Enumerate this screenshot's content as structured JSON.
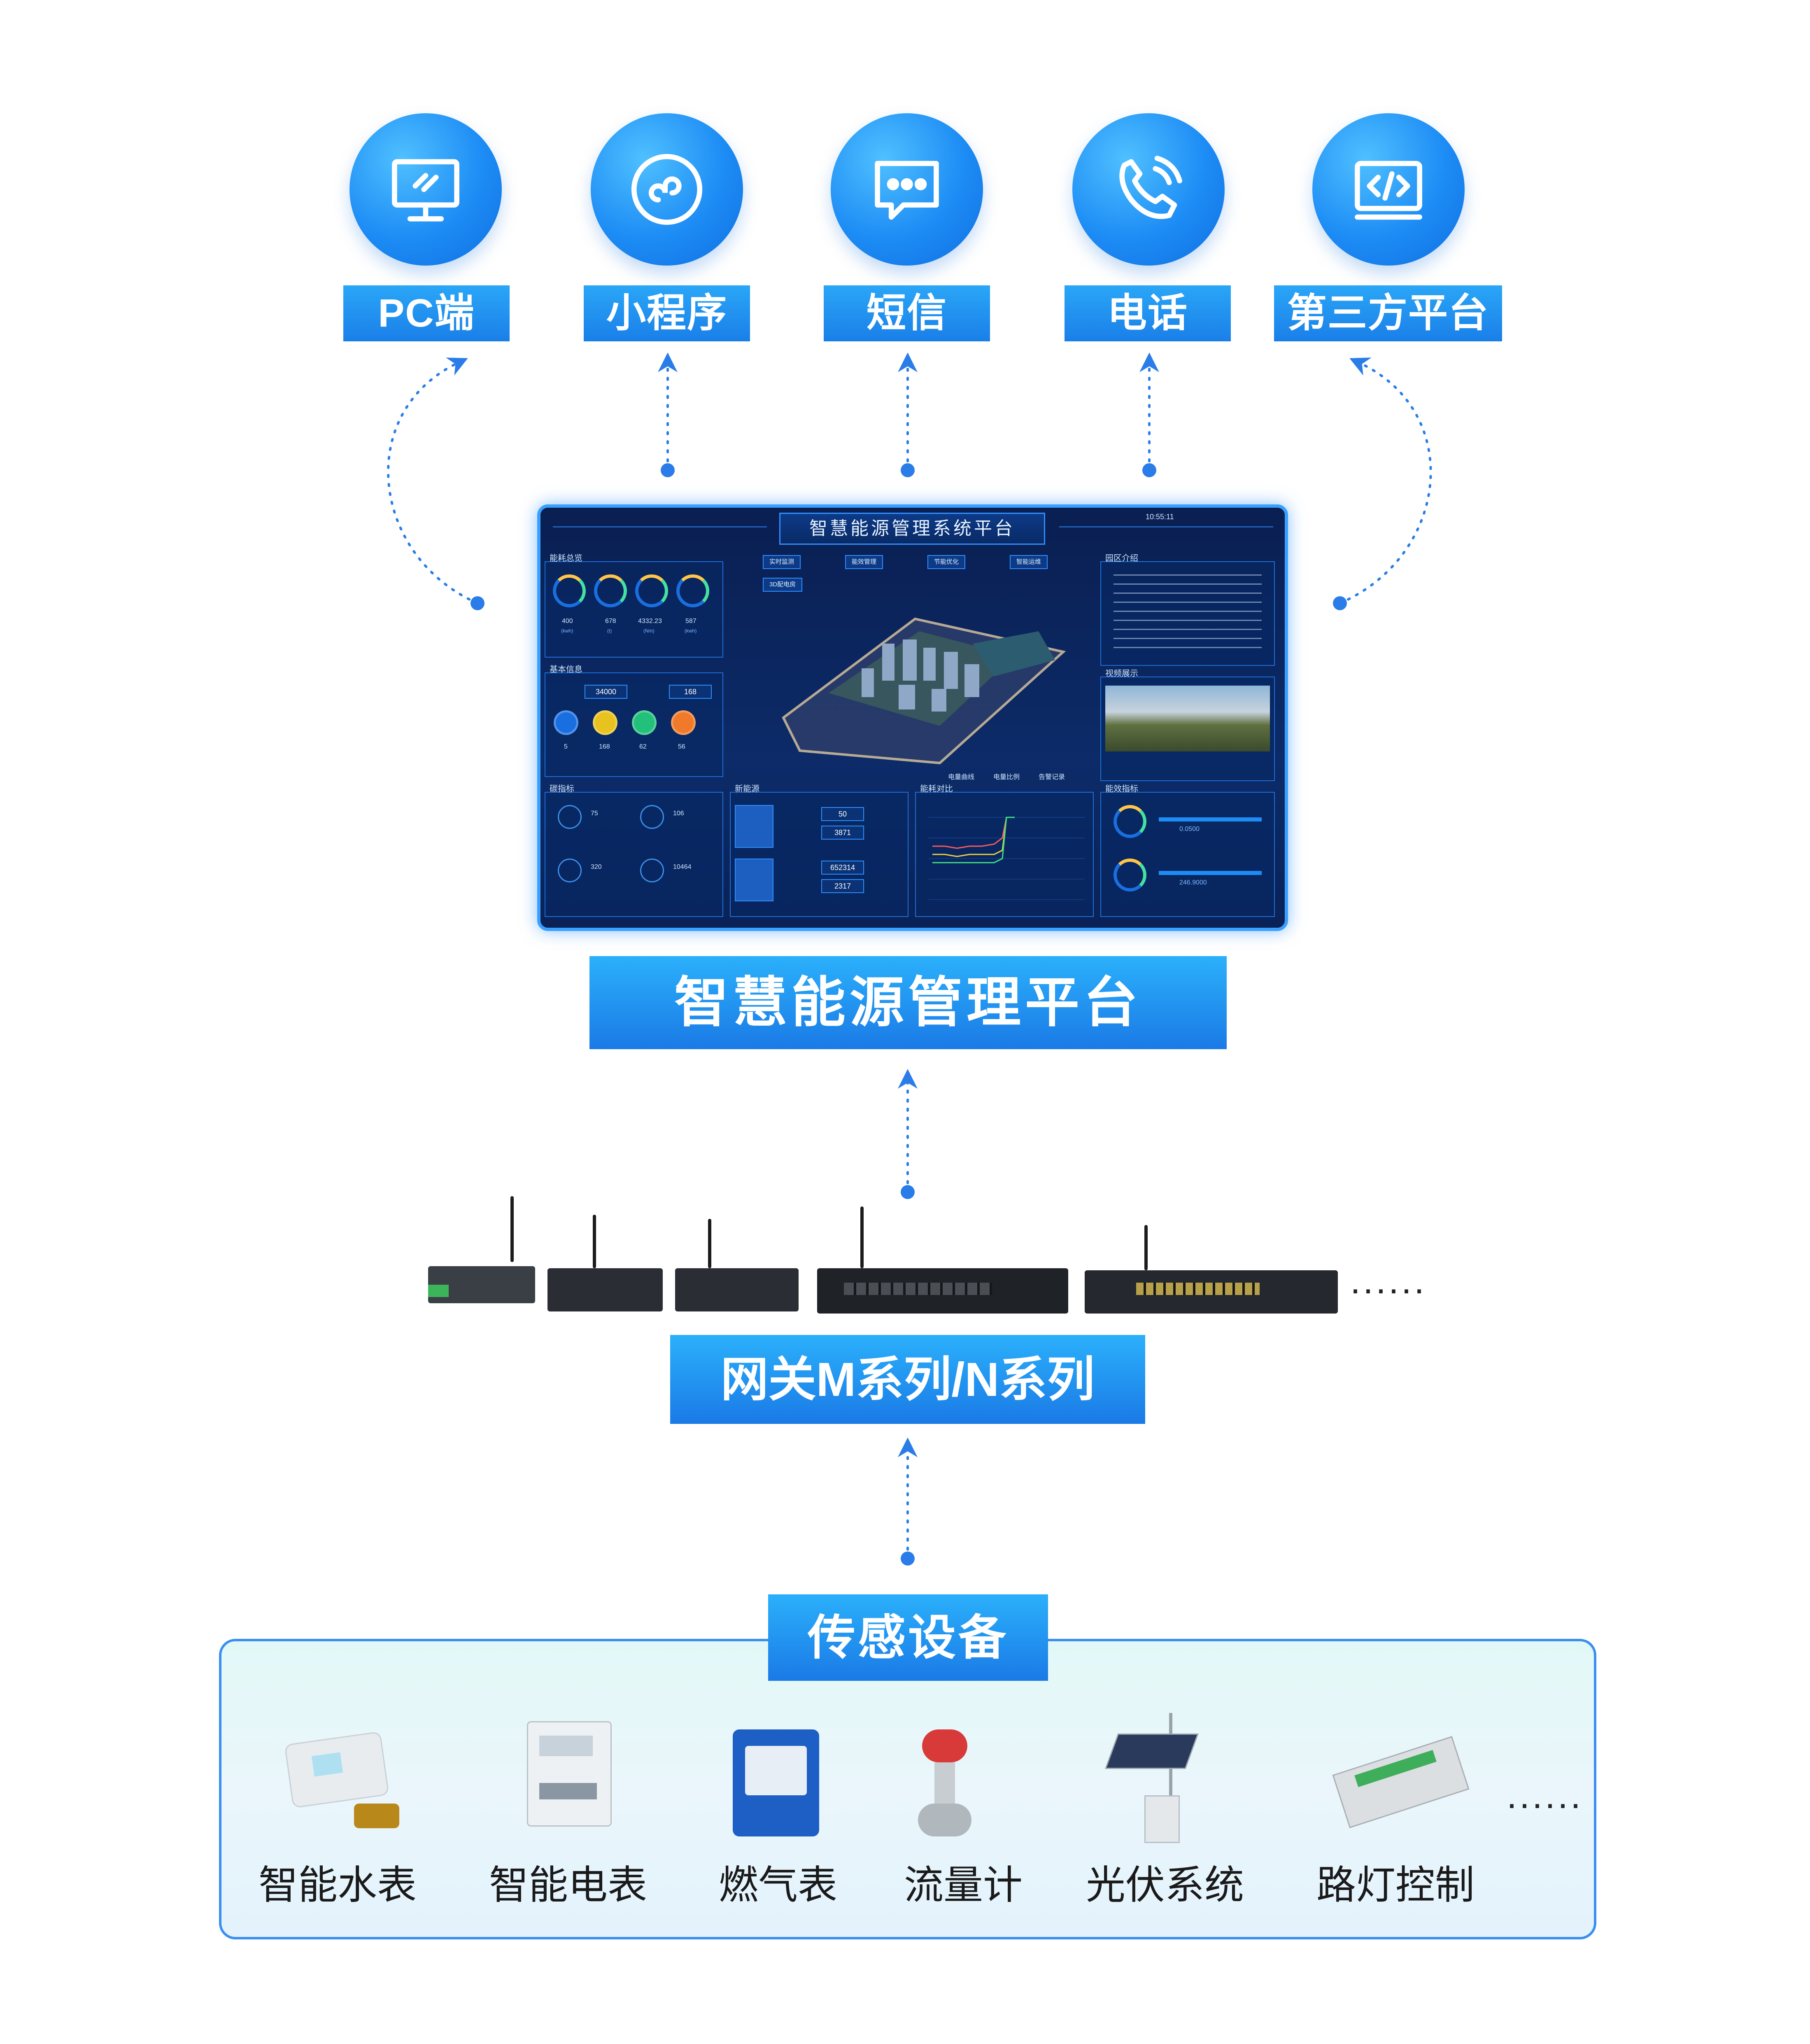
{
  "channels": [
    {
      "label": "PC端",
      "icon": "monitor-icon"
    },
    {
      "label": "小程序",
      "icon": "mini-program-icon"
    },
    {
      "label": "短信",
      "icon": "sms-icon"
    },
    {
      "label": "电话",
      "icon": "phone-icon"
    },
    {
      "label": "第三方平台",
      "icon": "code-window-icon"
    }
  ],
  "dashboard": {
    "title": "智慧能源管理系统平台",
    "time": "10:55:11",
    "nav": [
      "实时监测",
      "能效管理",
      "节能优化",
      "智能运维",
      "3D配电房"
    ],
    "panels": {
      "energy_overview": "能耗总览",
      "basic_info": "基本信息",
      "carbon": "碳指标",
      "new_energy": "新能源",
      "energy_compare": "能耗对比",
      "park_intro": "园区介绍",
      "video": "视频展示",
      "efficiency": "能效指标"
    },
    "gauges": [
      {
        "value": "400",
        "unit": "(kwh)"
      },
      {
        "value": "678",
        "unit": "(t)"
      },
      {
        "value": "4332.23",
        "unit": "(Nm)"
      },
      {
        "value": "587",
        "unit": "(kwh)"
      }
    ],
    "basic_values": [
      "34000",
      "168"
    ],
    "status_counts": [
      "5",
      "168",
      "62",
      "56"
    ],
    "carbon_values": [
      "75",
      "106",
      "320",
      "10464"
    ],
    "new_energy_values": [
      "50",
      "3871",
      "652314",
      "2317"
    ],
    "map_legend": [
      "电量曲线",
      "电量比例",
      "告警记录"
    ],
    "efficiency_values": [
      "0.0500",
      "246.9000"
    ]
  },
  "platform_label": "智慧能源管理平台",
  "gateway_label": "网关M系列/N系列",
  "gateway_more": "......",
  "sensor_title": "传感设备",
  "sensors": [
    {
      "label": "智能水表"
    },
    {
      "label": "智能电表"
    },
    {
      "label": "燃气表"
    },
    {
      "label": "流量计"
    },
    {
      "label": "光伏系统"
    },
    {
      "label": "路灯控制"
    }
  ],
  "sensor_more": "......",
  "colors": {
    "accent": "#1d8cf5",
    "connector": "#2a7de8",
    "dashboard_bg": "#0b2760"
  }
}
